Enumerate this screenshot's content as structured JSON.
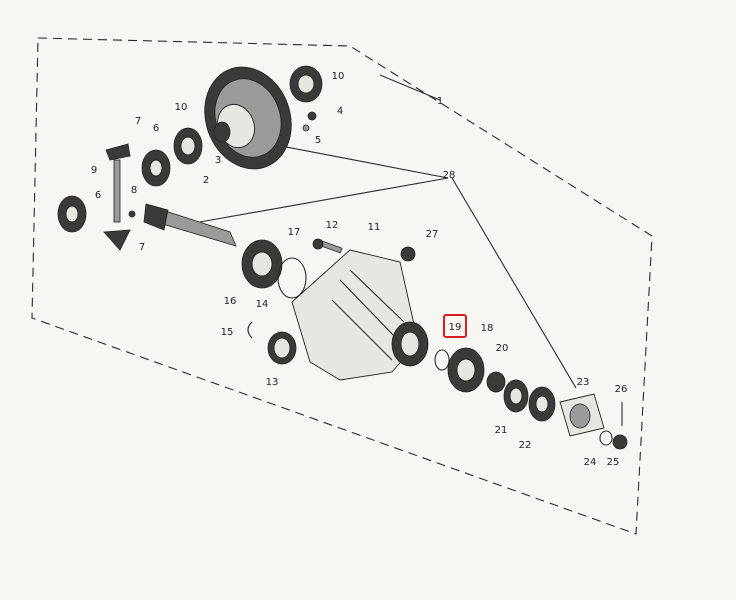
{
  "diagram": {
    "highlight_color": "#d81e1e",
    "parts": [
      {
        "id": "p1",
        "label": "1"
      },
      {
        "id": "p2",
        "label": "2"
      },
      {
        "id": "p3",
        "label": "3"
      },
      {
        "id": "p4",
        "label": "4"
      },
      {
        "id": "p5",
        "label": "5"
      },
      {
        "id": "p6a",
        "label": "6"
      },
      {
        "id": "p6b",
        "label": "6"
      },
      {
        "id": "p7a",
        "label": "7"
      },
      {
        "id": "p7b",
        "label": "7"
      },
      {
        "id": "p8",
        "label": "8"
      },
      {
        "id": "p9",
        "label": "9"
      },
      {
        "id": "p10a",
        "label": "10"
      },
      {
        "id": "p10b",
        "label": "10"
      },
      {
        "id": "p11",
        "label": "11"
      },
      {
        "id": "p12",
        "label": "12"
      },
      {
        "id": "p13",
        "label": "13"
      },
      {
        "id": "p14",
        "label": "14"
      },
      {
        "id": "p15",
        "label": "15"
      },
      {
        "id": "p16",
        "label": "16"
      },
      {
        "id": "p17",
        "label": "17"
      },
      {
        "id": "p18",
        "label": "18"
      },
      {
        "id": "p19",
        "label": "19",
        "highlighted": true
      },
      {
        "id": "p20",
        "label": "20"
      },
      {
        "id": "p21",
        "label": "21"
      },
      {
        "id": "p22",
        "label": "22"
      },
      {
        "id": "p23",
        "label": "23"
      },
      {
        "id": "p24",
        "label": "24"
      },
      {
        "id": "p25",
        "label": "25"
      },
      {
        "id": "p26",
        "label": "26"
      },
      {
        "id": "p27",
        "label": "27"
      },
      {
        "id": "p28",
        "label": "28"
      }
    ]
  }
}
